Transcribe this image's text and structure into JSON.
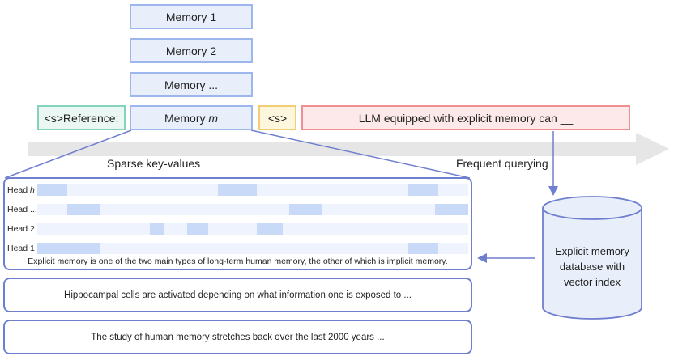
{
  "memories": {
    "m1": "Memory 1",
    "m2": "Memory 2",
    "m3": "Memory ...",
    "mm_prefix": "Memory ",
    "mm_var": "m"
  },
  "reference": "<s>Reference:",
  "s_token": "<s>",
  "llm_prompt": "LLM equipped with explicit memory can __",
  "labels": {
    "sparse": "Sparse key-values",
    "querying": "Frequent querying"
  },
  "heads": [
    {
      "label": "Head ",
      "var": "h",
      "segments": [
        [
          0.0,
          0.07
        ],
        [
          0.42,
          0.51
        ],
        [
          0.86,
          0.93
        ]
      ]
    },
    {
      "label": "Head ...",
      "var": "",
      "segments": [
        [
          0.07,
          0.145
        ],
        [
          0.585,
          0.66
        ],
        [
          0.922,
          1.0
        ]
      ]
    },
    {
      "label": "Head 2",
      "var": "",
      "segments": [
        [
          0.262,
          0.296
        ],
        [
          0.348,
          0.397
        ],
        [
          0.51,
          0.57
        ]
      ]
    },
    {
      "label": "Head 1",
      "var": "",
      "segments": [
        [
          0.0,
          0.145
        ],
        [
          0.86,
          0.93
        ]
      ]
    }
  ],
  "memory_sentence": "Explicit memory is one of the two main types of long-term human memory, the other of which is implicit memory.",
  "text_boxes": [
    "Hippocampal cells are activated depending on what information one is exposed to ...",
    "The study of human memory stretches back over the last 2000 years ..."
  ],
  "database": "Explicit memory database with vector index",
  "database_lines": [
    "Explicit memory",
    "database with",
    "vector index"
  ],
  "colors": {
    "memory_fill": "#e9eefb",
    "memory_border": "#9eb6ee",
    "reference_border": "#86d3bd",
    "s_border": "#f1ce74",
    "llm_border": "#ef8f90",
    "panel_border": "#6f7fcf",
    "segment": "#c8daf8",
    "track": "#eef3fd"
  }
}
